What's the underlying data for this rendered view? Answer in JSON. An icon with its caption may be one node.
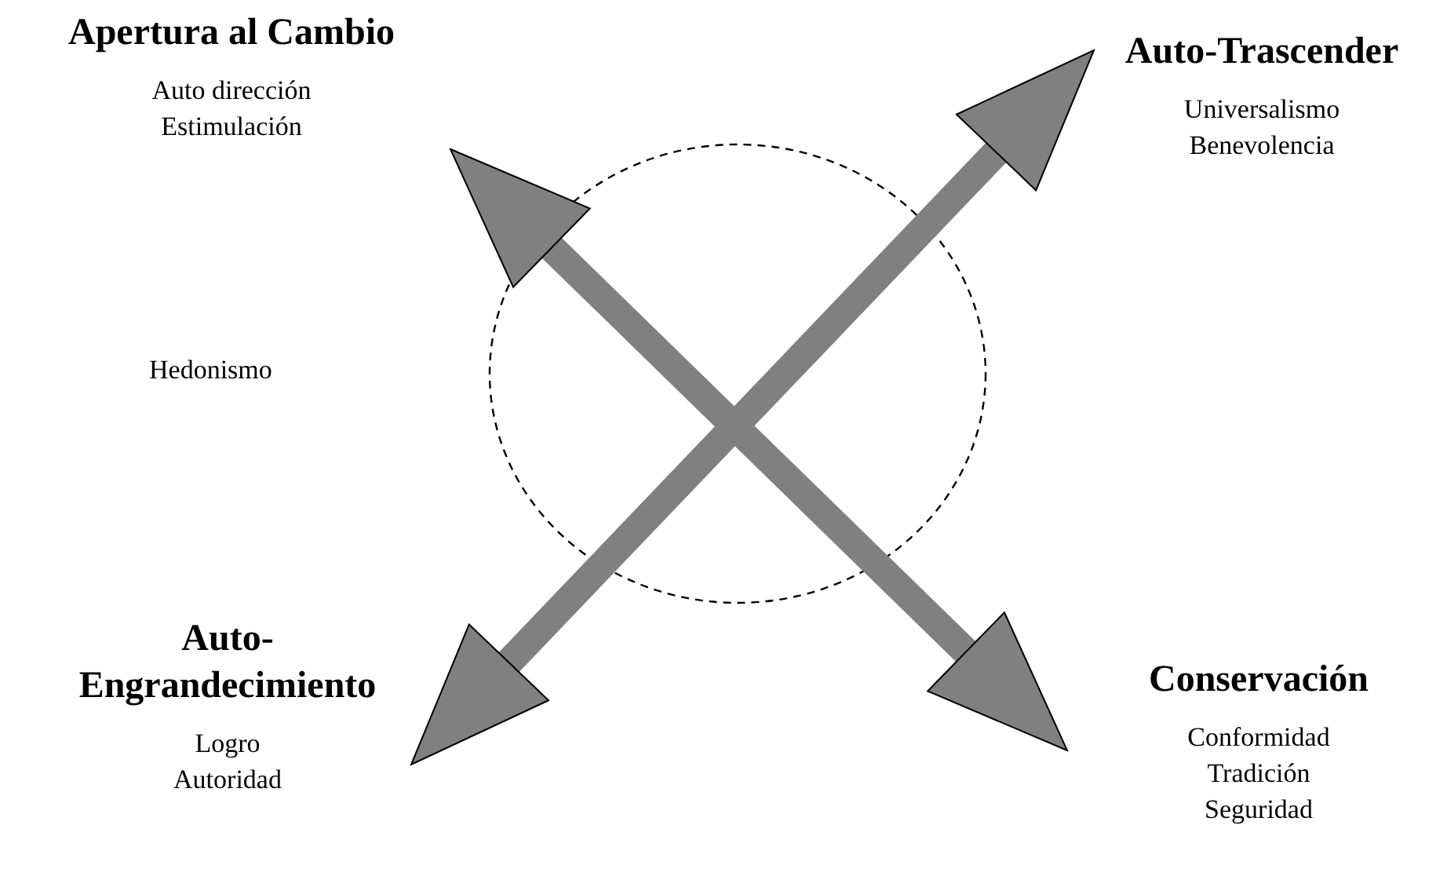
{
  "diagram": {
    "nodes": [
      {
        "text": [
          "Apertura al Cambio",
          "Auto dirección",
          "Estimulación"
        ]
      },
      {
        "text": [
          "Auto-Trascender",
          "Universalismo",
          "Benevolencia"
        ]
      },
      {
        "text": [
          "Auto-Engrandecimiento",
          "Logro",
          "Autoridad"
        ]
      },
      {
        "text": [
          "Conservación",
          "Conformidad",
          "Tradición",
          "Seguridad"
        ]
      }
    ],
    "edges": [
      {
        "from": 0,
        "to": 3,
        "arrow": "both"
      },
      {
        "from": 2,
        "to": 1,
        "arrow": "both"
      }
    ],
    "labels": [
      "Hedonismo"
    ]
  }
}
